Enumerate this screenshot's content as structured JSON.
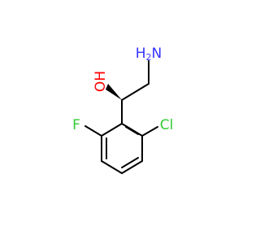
{
  "molecule": {
    "atoms": {
      "amine": "H2N",
      "amine_prefix": "H",
      "amine_sub": "2",
      "amine_suffix": "N",
      "hydroxyl": "OH",
      "fluoro": "F",
      "chloro": "Cl"
    },
    "colors": {
      "bond": "#000000",
      "nitrogen": "#3333ff",
      "oxygen": "#ff0000",
      "fluorine": "#33cc33",
      "chlorine": "#33cc33",
      "background": "#ffffff"
    }
  }
}
